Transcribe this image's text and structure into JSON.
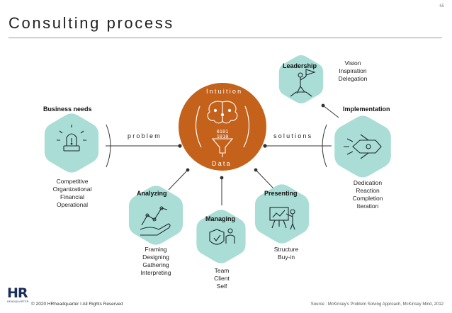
{
  "page_number": "65",
  "title": "Consulting process",
  "center": {
    "top_label": "Intuition",
    "bottom_label": "Data",
    "binary": [
      "0101",
      "1010"
    ]
  },
  "connectors": {
    "left": "problem",
    "right": "solutions"
  },
  "business_needs": {
    "title": "Business needs",
    "items": [
      "Competitive",
      "Organizational",
      "Financial",
      "Operational"
    ]
  },
  "leadership": {
    "title": "Leadership",
    "items": [
      "Vision",
      "Inspiration",
      "Delegation"
    ]
  },
  "implementation": {
    "title": "Implementation",
    "items": [
      "Dedication",
      "Reaction",
      "Completion",
      "Iteration"
    ]
  },
  "analyzing": {
    "title": "Analyzing",
    "items": [
      "Framing",
      "Designing",
      "Gathering",
      "Interpreting"
    ]
  },
  "managing": {
    "title": "Managing",
    "items": [
      "Team",
      "Client",
      "Self"
    ]
  },
  "presenting": {
    "title": "Presenting",
    "items": [
      "Structure",
      "Buy-in"
    ]
  },
  "footer": {
    "copyright": "© 2020 HRheadquarter I All Rights Reserved",
    "source": "Source : McKinsey's Problem Solving Approach, McKinsey Mind, 2012",
    "logo_text": "HR",
    "logo_subtext": "HEADQUARTER"
  },
  "colors": {
    "teal": "#a9ddd6",
    "orange": "#c4621c",
    "dark": "#222222",
    "line": "#333333"
  }
}
